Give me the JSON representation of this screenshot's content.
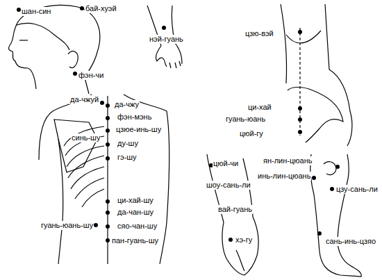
{
  "diagram": {
    "labels": [
      "шан-син",
      "бай-хуэй",
      "нэй-гуань",
      "фэн-чи",
      "цзю-вэй",
      "ци-хай",
      "гуань-юань",
      "цюй-гу",
      "да-чжуй",
      "да-чжу",
      "фэн-мэнь",
      "синь-шу",
      "цзюе-инь-шу",
      "ду-шу",
      "гэ-шу",
      "ци-хай-шу",
      "да-чан-шу",
      "гуань-юань-шу",
      "сяо-чан-шу",
      "пан-гуань-шу",
      "цюй-чи",
      "ян-лин-цюань",
      "инь-лин-цюань",
      "шоу-сань-ли",
      "цзу-сань-ли",
      "вай-гуань",
      "хэ-гу",
      "сань-инь-цзяо"
    ]
  }
}
